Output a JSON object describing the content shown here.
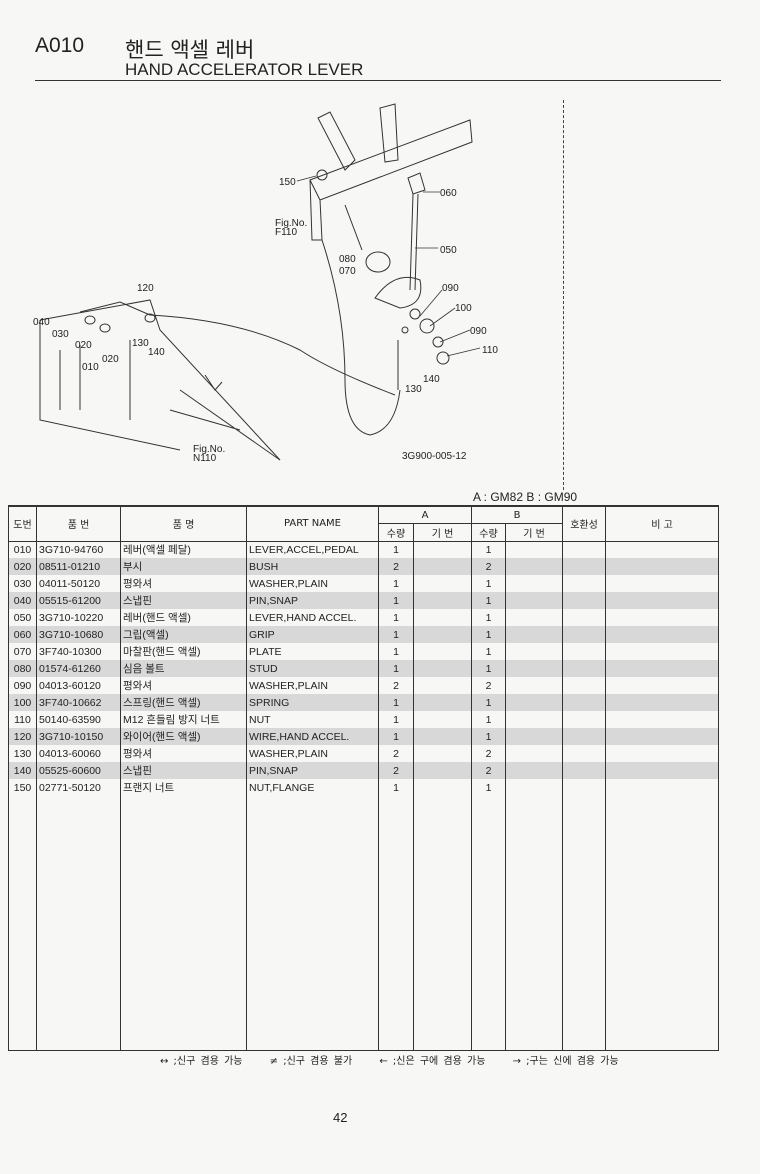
{
  "header": {
    "code": "A010",
    "title_ko": "핸드 액셀 레버",
    "title_en": "HAND ACCELERATOR LEVER"
  },
  "diagram": {
    "callouts": [
      "150",
      "060",
      "050",
      "080",
      "070",
      "090",
      "100",
      "090",
      "110",
      "140",
      "130",
      "120",
      "040",
      "030",
      "020",
      "020",
      "010",
      "130",
      "140"
    ],
    "fig_refs": [
      {
        "label": "Fig.No.",
        "ref": "F110"
      },
      {
        "label": "Fig.No.",
        "ref": "N110"
      }
    ],
    "drawing_number": "3G900-005-12"
  },
  "models": "A : GM82   B : GM90",
  "table": {
    "headers": {
      "no": "도번",
      "part_no": "품  번",
      "name_ko": "품      명",
      "part_name": "PART  NAME",
      "group_a": "A",
      "group_b": "B",
      "qty": "수량",
      "serial": "기 번",
      "compat": "호환성",
      "remarks": "비    고"
    },
    "rows": [
      {
        "no": "010",
        "part_no": "3G710-94760",
        "name_ko": "레버(액셀 페달)",
        "part_name": "LEVER,ACCEL,PEDAL",
        "qty_a": "1",
        "qty_b": "1",
        "shaded": false
      },
      {
        "no": "020",
        "part_no": "08511-01210",
        "name_ko": "부시",
        "part_name": "BUSH",
        "qty_a": "2",
        "qty_b": "2",
        "shaded": true
      },
      {
        "no": "030",
        "part_no": "04011-50120",
        "name_ko": "평와셔",
        "part_name": "WASHER,PLAIN",
        "qty_a": "1",
        "qty_b": "1",
        "shaded": false
      },
      {
        "no": "040",
        "part_no": "05515-61200",
        "name_ko": "스냅핀",
        "part_name": "PIN,SNAP",
        "qty_a": "1",
        "qty_b": "1",
        "shaded": true
      },
      {
        "no": "050",
        "part_no": "3G710-10220",
        "name_ko": "레버(핸드 액셀)",
        "part_name": "LEVER,HAND ACCEL.",
        "qty_a": "1",
        "qty_b": "1",
        "shaded": false
      },
      {
        "no": "060",
        "part_no": "3G710-10680",
        "name_ko": "그립(액셀)",
        "part_name": "GRIP",
        "qty_a": "1",
        "qty_b": "1",
        "shaded": true
      },
      {
        "no": "070",
        "part_no": "3F740-10300",
        "name_ko": "마찰판(핸드 액셀)",
        "part_name": "PLATE",
        "qty_a": "1",
        "qty_b": "1",
        "shaded": false
      },
      {
        "no": "080",
        "part_no": "01574-61260",
        "name_ko": "심음 볼트",
        "part_name": "STUD",
        "qty_a": "1",
        "qty_b": "1",
        "shaded": true
      },
      {
        "no": "090",
        "part_no": "04013-60120",
        "name_ko": "평와셔",
        "part_name": "WASHER,PLAIN",
        "qty_a": "2",
        "qty_b": "2",
        "shaded": false
      },
      {
        "no": "100",
        "part_no": "3F740-10662",
        "name_ko": "스프링(핸드 액셀)",
        "part_name": "SPRING",
        "qty_a": "1",
        "qty_b": "1",
        "shaded": true
      },
      {
        "no": "110",
        "part_no": "50140-63590",
        "name_ko": "M12 흔들림 방지 너트",
        "part_name": "NUT",
        "qty_a": "1",
        "qty_b": "1",
        "shaded": false
      },
      {
        "no": "120",
        "part_no": "3G710-10150",
        "name_ko": "와이어(핸드 액셀)",
        "part_name": "WIRE,HAND ACCEL.",
        "qty_a": "1",
        "qty_b": "1",
        "shaded": true
      },
      {
        "no": "130",
        "part_no": "04013-60060",
        "name_ko": "평와셔",
        "part_name": "WASHER,PLAIN",
        "qty_a": "2",
        "qty_b": "2",
        "shaded": false
      },
      {
        "no": "140",
        "part_no": "05525-60600",
        "name_ko": "스냅핀",
        "part_name": "PIN,SNAP",
        "qty_a": "2",
        "qty_b": "2",
        "shaded": true
      },
      {
        "no": "150",
        "part_no": "02771-50120",
        "name_ko": "프랜지 너트",
        "part_name": "NUT,FLANGE",
        "qty_a": "1",
        "qty_b": "1",
        "shaded": false
      }
    ]
  },
  "legend": [
    "↔ ;신구 겸용 가능",
    "≠ ;신구 겸용 불가",
    "← ;신은 구에 겸용 가능",
    "→ ;구는 신에 겸용 가능"
  ],
  "page_number": "42"
}
